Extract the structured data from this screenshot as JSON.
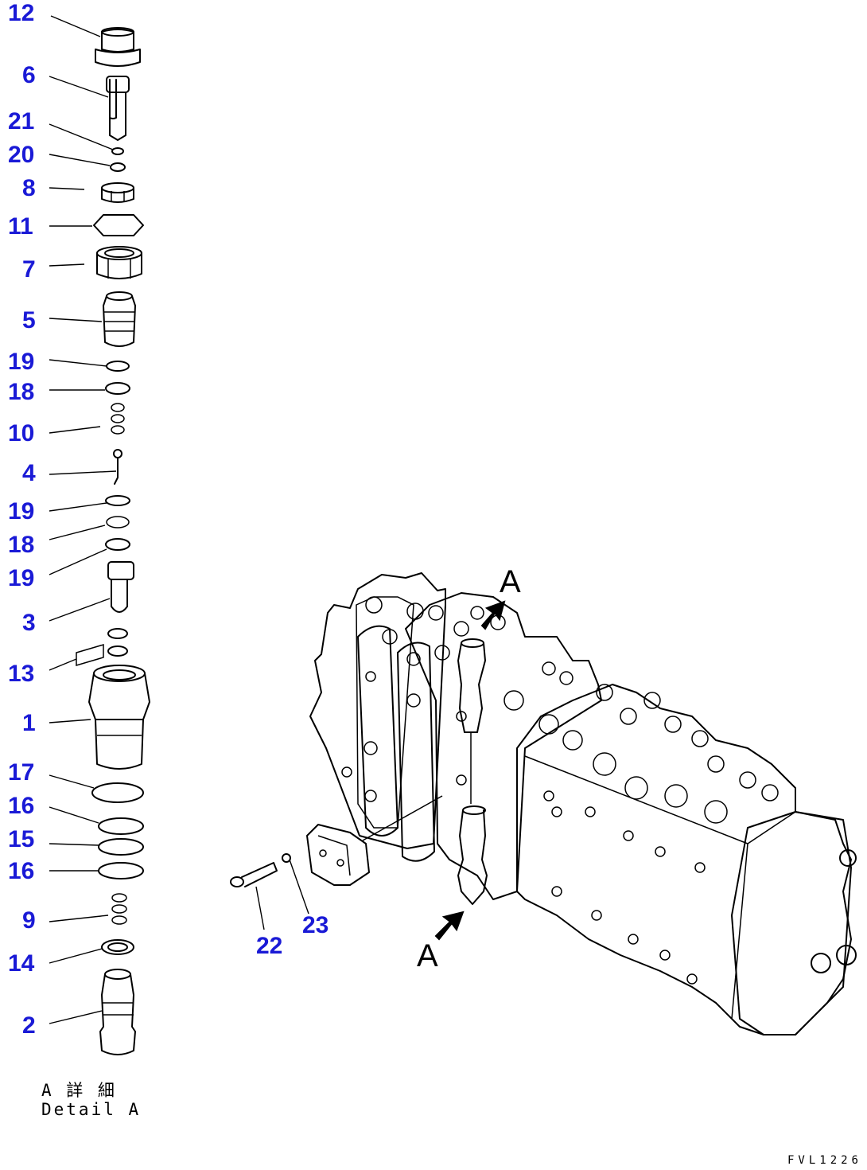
{
  "detail_caption": {
    "jp": "A 詳 細",
    "en": "Detail A"
  },
  "drawing_code": "FVL1226",
  "view_marks": {
    "top": "A",
    "bottom": "A"
  },
  "callouts": {
    "c12": "12",
    "c6": "6",
    "c21": "21",
    "c20": "20",
    "c8": "8",
    "c11": "11",
    "c7": "7",
    "c5": "5",
    "c19a": "19",
    "c18a": "18",
    "c10": "10",
    "c4": "4",
    "c19b": "19",
    "c18b": "18",
    "c19c": "19",
    "c3": "3",
    "c13": "13",
    "c1": "1",
    "c17": "17",
    "c16a": "16",
    "c15": "15",
    "c16b": "16",
    "c9": "9",
    "c14": "14",
    "c2": "2",
    "c22": "22",
    "c23": "23"
  },
  "colors": {
    "callout": "#1a1ad6",
    "line": "#000000"
  }
}
